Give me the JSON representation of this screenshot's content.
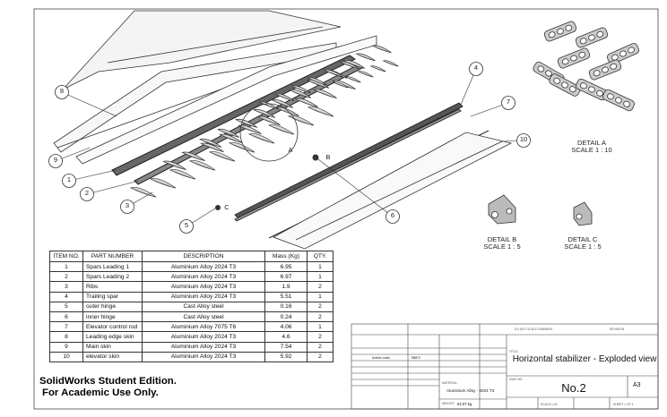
{
  "callouts": [
    "1",
    "2",
    "3",
    "4",
    "5",
    "6",
    "7",
    "8",
    "9",
    "10",
    "A",
    "B",
    "C"
  ],
  "details": {
    "a": {
      "title": "DETAIL A",
      "scale": "SCALE 1 : 10"
    },
    "b": {
      "title": "DETAIL B",
      "scale": "SCALE 1 : 5"
    },
    "c": {
      "title": "DETAIL C",
      "scale": "SCALE 1 : 5"
    }
  },
  "bom": {
    "headers": [
      "ITEM NO.",
      "PART NUMBER",
      "DESCRIPTION",
      "Mass (Kg)",
      "QTY."
    ],
    "rows": [
      [
        "1",
        "Spars Leading 1",
        "Aluminium Alloy 2024 T3",
        "6.95",
        "1"
      ],
      [
        "2",
        "Spars Leading 2",
        "Aluminium Alloy 2024 T3",
        "6.97",
        "1"
      ],
      [
        "3",
        "Ribs",
        "Aluminium Alloy 2024 T3",
        "1.9",
        "2"
      ],
      [
        "4",
        "Trailing spar",
        "Aluminium Alloy 2024 T3",
        "5.51",
        "1"
      ],
      [
        "5",
        "outer hinge",
        "Cast Alloy steel",
        "0.16",
        "2"
      ],
      [
        "6",
        "inner hinge",
        "Cast Alloy steel",
        "0.24",
        "2"
      ],
      [
        "7",
        "Elevator control rod",
        "Aluminium Alloy 7075 T6",
        "4.06",
        "1"
      ],
      [
        "8",
        "Leading edge skin",
        "Aluminium Alloy 2024 T3",
        "4.6",
        "2"
      ],
      [
        "9",
        "Main skin",
        "Aluminium Alloy 2024 T3",
        "7.54",
        "2"
      ],
      [
        "10",
        "elevator skin",
        "Aluminium Alloy 2024 T3",
        "5.92",
        "2"
      ]
    ]
  },
  "watermark": {
    "line1": "SolidWorks Student Edition.",
    "line2": "For Academic Use Only."
  },
  "title_block": {
    "title": "Horizontal stabilizer - Exploded view",
    "dwg_no": "No.2",
    "size": "A3",
    "material": "Aluminium Alloy - 2024 T3",
    "weight": "64.07 kg",
    "drawn_name": "Andrew Lewis",
    "sig": "798873",
    "dwg_no_label": "DWG NO.",
    "title_label": "TITLE:",
    "material_label": "MATERIAL:",
    "weight_label": "WEIGHT:",
    "no_scale": "DO NOT SCALE DRAWING",
    "revision": "REVISION",
    "sheet": "SHEET 1 OF 1",
    "scale": "SCALE:1:20"
  }
}
